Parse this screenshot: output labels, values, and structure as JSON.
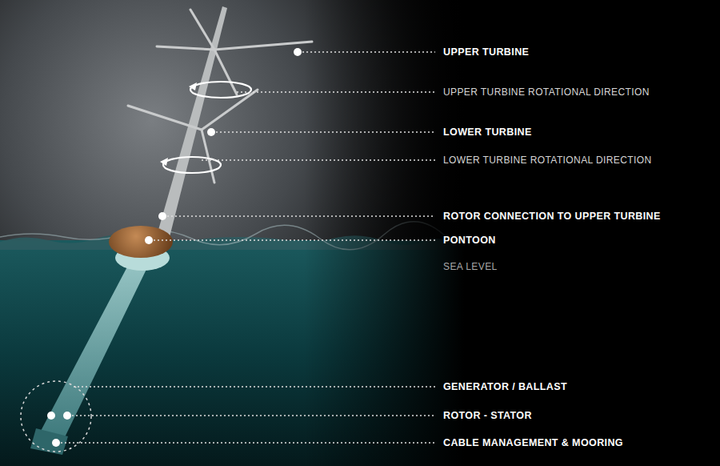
{
  "diagram": {
    "labels": [
      "UPPER TURBINE",
      "UPPER TURBINE ROTATIONAL DIRECTION",
      "LOWER TURBINE",
      "LOWER TURBINE ROTATIONAL DIRECTION",
      "ROTOR CONNECTION TO UPPER TURBINE",
      "PONTOON",
      "SEA LEVEL",
      "GENERATOR / BALLAST",
      "ROTOR - STATOR",
      "CABLE MANAGEMENT & MOORING"
    ]
  }
}
